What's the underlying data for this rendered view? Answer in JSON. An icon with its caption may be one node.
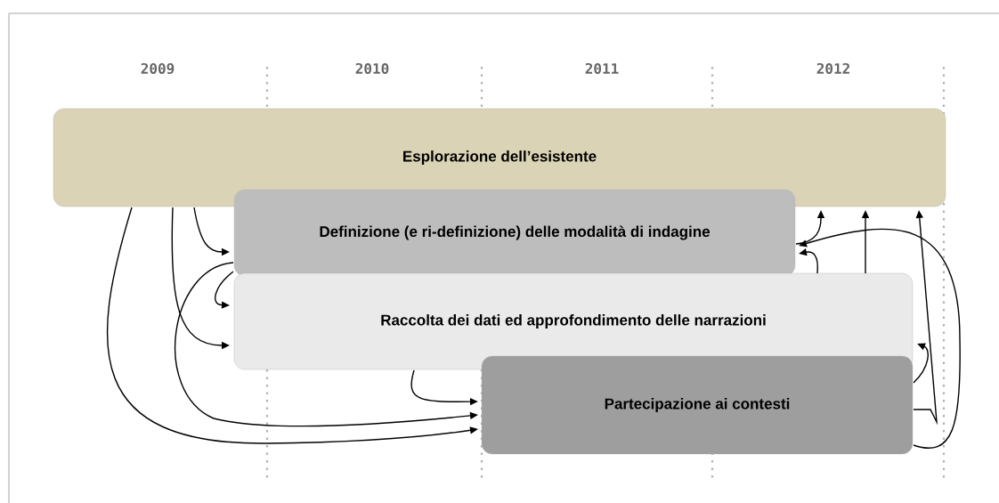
{
  "diagram": {
    "nodes": [
      {
        "text": [
          "Esplorazione dell’esistente"
        ]
      },
      {
        "text": [
          "Definizione (e ri-definizione) delle modalità di indagine"
        ]
      },
      {
        "text": [
          "Raccolta dei dati ed approfondimento delle narrazioni"
        ]
      },
      {
        "text": [
          "Partecipazione ai contesti"
        ]
      }
    ],
    "edges": [
      {
        "from": 0,
        "to": 1,
        "arrow": "to"
      },
      {
        "from": 0,
        "to": 2,
        "arrow": "to"
      },
      {
        "from": 0,
        "to": 3,
        "arrow": "to"
      },
      {
        "from": 1,
        "to": 2,
        "arrow": "to"
      },
      {
        "from": 1,
        "to": 3,
        "arrow": "to"
      },
      {
        "from": 2,
        "to": 3,
        "arrow": "to"
      },
      {
        "from": 1,
        "to": 0,
        "arrow": "to"
      },
      {
        "from": 2,
        "to": 1,
        "arrow": "to"
      },
      {
        "from": 2,
        "to": 0,
        "arrow": "to"
      },
      {
        "from": 3,
        "to": 0,
        "arrow": "to"
      },
      {
        "from": 3,
        "to": 2,
        "arrow": "to"
      },
      {
        "from": 3,
        "to": 1,
        "arrow": "to"
      }
    ],
    "labels": [
      "2009",
      "2010",
      "2011",
      "2012"
    ]
  }
}
